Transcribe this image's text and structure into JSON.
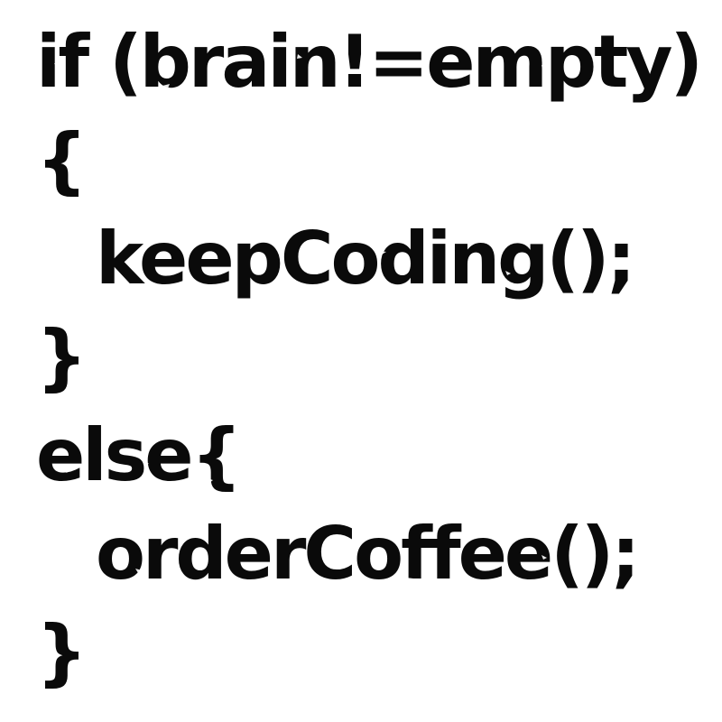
{
  "lines": [
    "if (brain!=empty)",
    "{",
    "keepCoding();",
    "}",
    "else{",
    "orderCoffee();",
    "}"
  ],
  "colors": {
    "ink": "#0a0a0a",
    "background": "#ffffff"
  }
}
